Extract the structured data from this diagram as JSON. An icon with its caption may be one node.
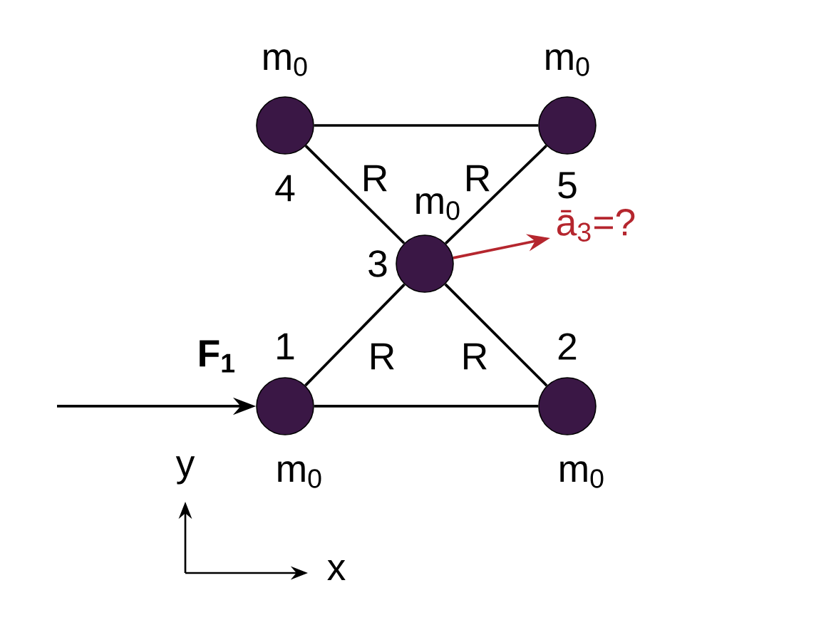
{
  "diagram": {
    "nodes": [
      {
        "text": [],
        "shape": "circle",
        "beside": [
          "m$_{0}$",
          "4"
        ]
      },
      {
        "text": [],
        "shape": "circle",
        "beside": [
          "m$_{0}$",
          "5"
        ]
      },
      {
        "text": [],
        "shape": "circle",
        "beside": [
          "m$_{0}$",
          "3"
        ]
      },
      {
        "text": [],
        "shape": "circle",
        "beside": [
          "1",
          "m$_{0}$"
        ]
      },
      {
        "text": [],
        "shape": "circle",
        "beside": [
          "2",
          "m$_{0}$"
        ]
      }
    ],
    "edges": [
      {
        "from": 0,
        "to": 1,
        "arrow": "none"
      },
      {
        "from": 0,
        "to": 2,
        "arrow": "none",
        "label": "R"
      },
      {
        "from": 2,
        "to": 1,
        "arrow": "none",
        "label": "R"
      },
      {
        "from": 3,
        "to": 2,
        "arrow": "none",
        "label": "R"
      },
      {
        "from": 2,
        "to": 4,
        "arrow": "none",
        "label": "R"
      },
      {
        "from": 3,
        "to": 4,
        "arrow": "none"
      },
      {
        "from": null,
        "to": 3,
        "arrow": "to",
        "label": "F$_{1}$"
      },
      {
        "from": 2,
        "to": null,
        "arrow": "to",
        "color": "#b5262e",
        "label": "ā$_{3}$=?"
      }
    ],
    "labels": [
      "y",
      "x"
    ]
  }
}
